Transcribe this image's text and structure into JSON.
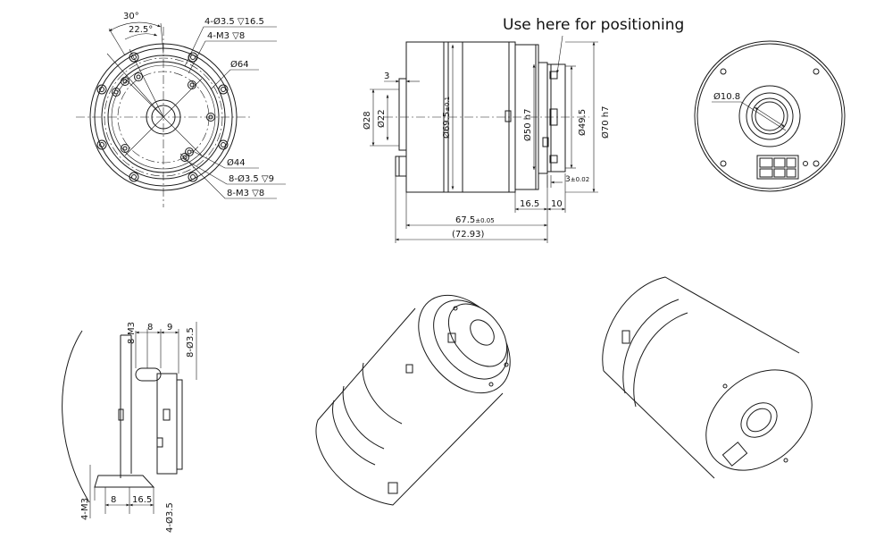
{
  "annotation": "Use here for positioning",
  "front_view": {
    "angle_30": "30°",
    "angle_22_5": "22.5°",
    "holes_4_d35": "4-Ø3.5",
    "holes_4_d35_depth": "16.5",
    "holes_4_m3": "4-M3",
    "holes_4_m3_depth": "8",
    "d64": "Ø64",
    "d44": "Ø44",
    "holes_8_d35": "8-Ø3.5",
    "holes_8_d35_depth": "9",
    "holes_8_m3": "8-M3",
    "holes_8_m3_depth": "8"
  },
  "side_view": {
    "dim_3": "3",
    "d28": "Ø28",
    "d22": "Ø22",
    "d69_5": "Ø69.5",
    "d69_5_tol": "±0.1",
    "d50": "Ø50 h7",
    "d49_5": "Ø49.5",
    "d70": "Ø70 h7",
    "dim_3_tol_val": "3",
    "dim_3_tol": "±0.02",
    "dim_16_5": "16.5",
    "dim_10": "10",
    "dim_67_5": "67.5",
    "dim_67_5_tol": "±0.05",
    "dim_72_93": "(72.93)"
  },
  "rear_view": {
    "d10_8": "Ø10.8"
  },
  "section_view": {
    "top_8_m3": "8-M3",
    "top_8": "8",
    "top_9": "9",
    "top_8_d35": "8-Ø3.5",
    "bot_4_m3": "4-M3",
    "bot_8": "8",
    "bot_16_5": "16.5",
    "bot_4_d35": "4-Ø3.5"
  }
}
